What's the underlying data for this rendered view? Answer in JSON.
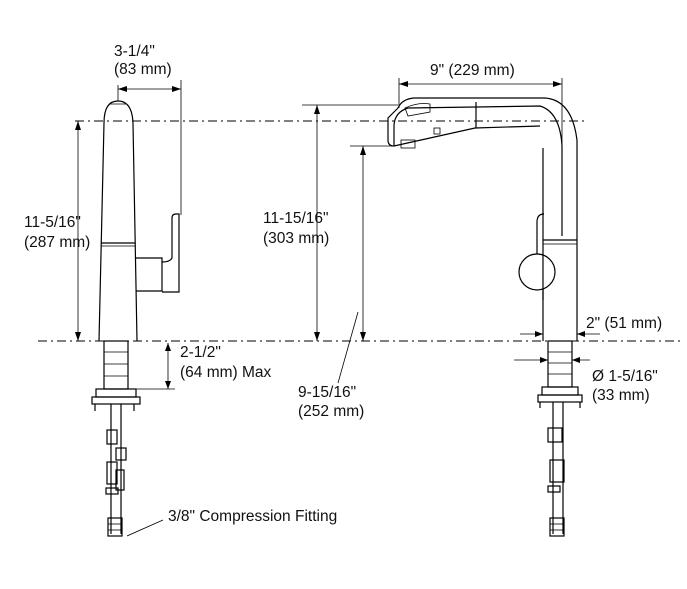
{
  "dimensions": {
    "spout_width": {
      "line1": "3-1/4\"",
      "line2": "(83 mm)"
    },
    "body_height": {
      "line1": "11-5/16\"",
      "line2": "(287 mm)"
    },
    "below_deck": {
      "line1": "2-1/2\"",
      "line2": "(64 mm) Max"
    },
    "reach": {
      "line1": "9\" (229 mm)"
    },
    "total_height": {
      "line1": "11-15/16\"",
      "line2": "(303 mm)"
    },
    "spout_clearance": {
      "line1": "9-15/16\"",
      "line2": "(252 mm)"
    },
    "base_width": {
      "line1": "2\" (51 mm)"
    },
    "shank_diameter": {
      "line1": "Ø 1-5/16\"",
      "line2": "(33 mm)"
    }
  },
  "callouts": {
    "fitting": "3/8\" Compression Fitting"
  }
}
